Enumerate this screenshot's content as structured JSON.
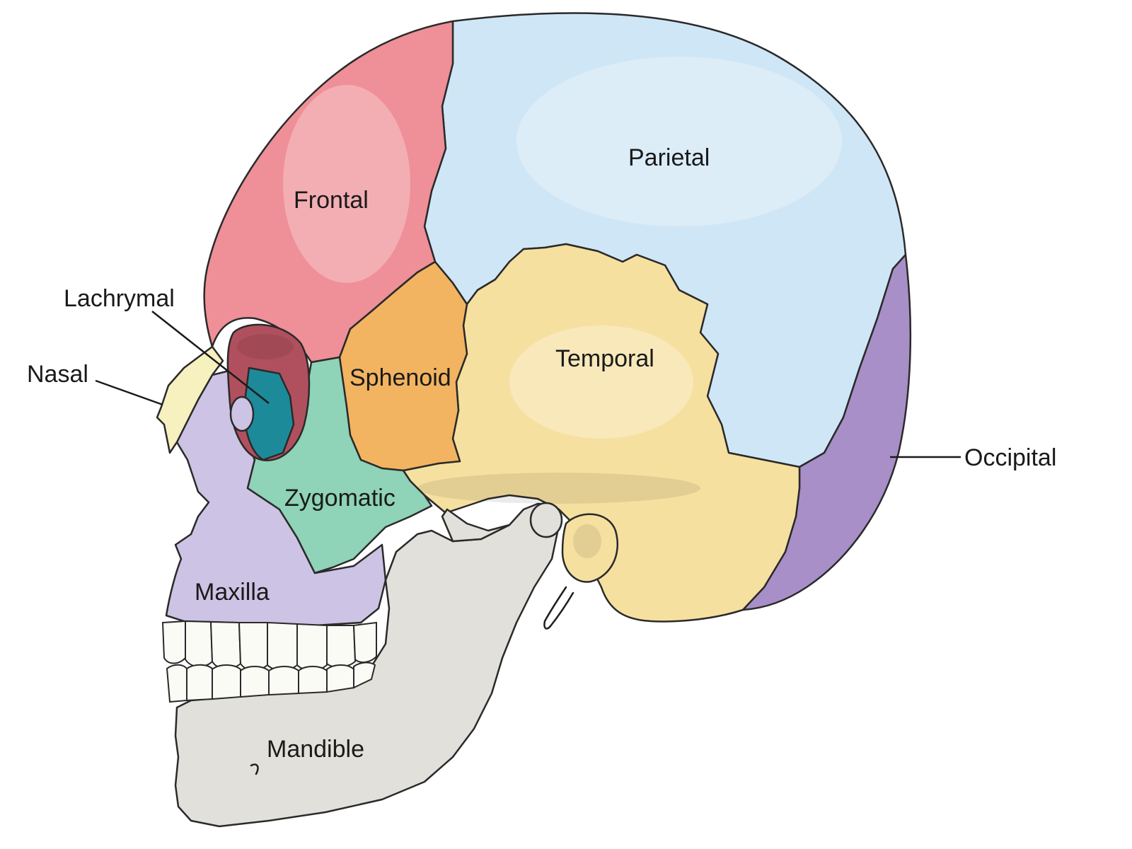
{
  "labels": {
    "frontal": "Frontal",
    "parietal": "Parietal",
    "lachrymal": "Lachrymal",
    "nasal": "Nasal",
    "sphenoid": "Sphenoid",
    "temporal": "Temporal",
    "occipital": "Occipital",
    "zygomatic": "Zygomatic",
    "maxilla": "Maxilla",
    "mandible": "Mandible"
  },
  "colors": {
    "frontal": "#ef8f98",
    "parietal": "#cfe6f6",
    "sphenoid": "#f2b460",
    "temporal": "#f6e0a0",
    "occipital": "#a88fc8",
    "zygomatic": "#8fd3b8",
    "maxilla": "#cdc3e4",
    "mandible": "#e2e0da",
    "nasal": "#f7f0bf",
    "lachrymal": "#1d8a9a",
    "orbit_inner": "#b0505e",
    "teeth": "#fbfbf6"
  }
}
